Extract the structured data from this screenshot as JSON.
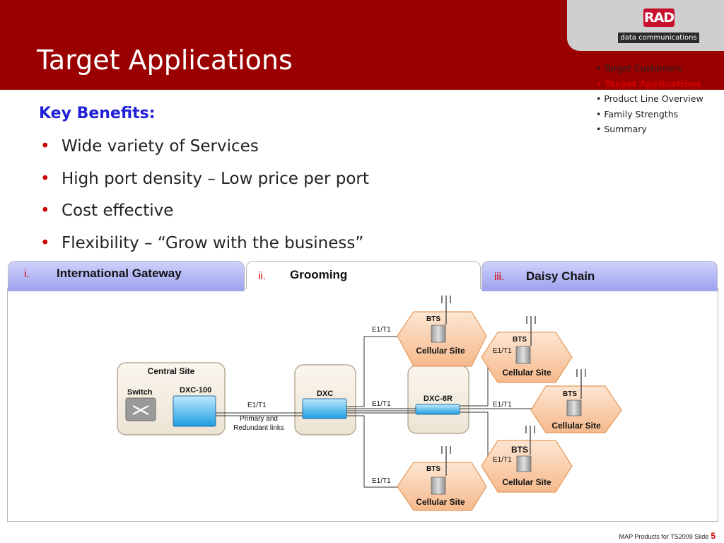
{
  "header": {
    "title": "Target Applications"
  },
  "logo": {
    "brand": "RAD",
    "tagline": "data communications"
  },
  "agenda": {
    "items": [
      "Target Customers",
      "Target Applications",
      "Product Line Overview",
      "Family Strengths",
      "Summary"
    ],
    "active_index": 1
  },
  "content": {
    "heading": "Key Benefits:",
    "bullets": [
      "Wide variety of Services",
      "High port density – Low price per port",
      "Cost effective",
      "Flexibility – “Grow with the business”"
    ]
  },
  "tabs": [
    {
      "num": "i.",
      "label": "International Gateway"
    },
    {
      "num": "ii.",
      "label": "Grooming"
    },
    {
      "num": "iii.",
      "label": "Daisy Chain"
    }
  ],
  "active_tab": 1,
  "diagram": {
    "central_site": "Central Site",
    "switch_label": "Switch",
    "dxc100_label": "DXC-100",
    "dxc_label": "DXC",
    "dxc8r_label": "DXC-8R",
    "link_label": "E1/T1",
    "links_desc_1": "Primary and",
    "links_desc_2": "Redundant links",
    "bts_label": "BTS",
    "cell_label": "Cellular Site"
  },
  "footer": {
    "text": "MAP Products for TS2009  Slide",
    "slide": "5"
  },
  "colors": {
    "header": "#9b0000",
    "accent_red": "#d00000",
    "heading_blue": "#1f1fd6",
    "cell_fill": "#f8c9a3",
    "tab_fill": "#a9acf3"
  }
}
